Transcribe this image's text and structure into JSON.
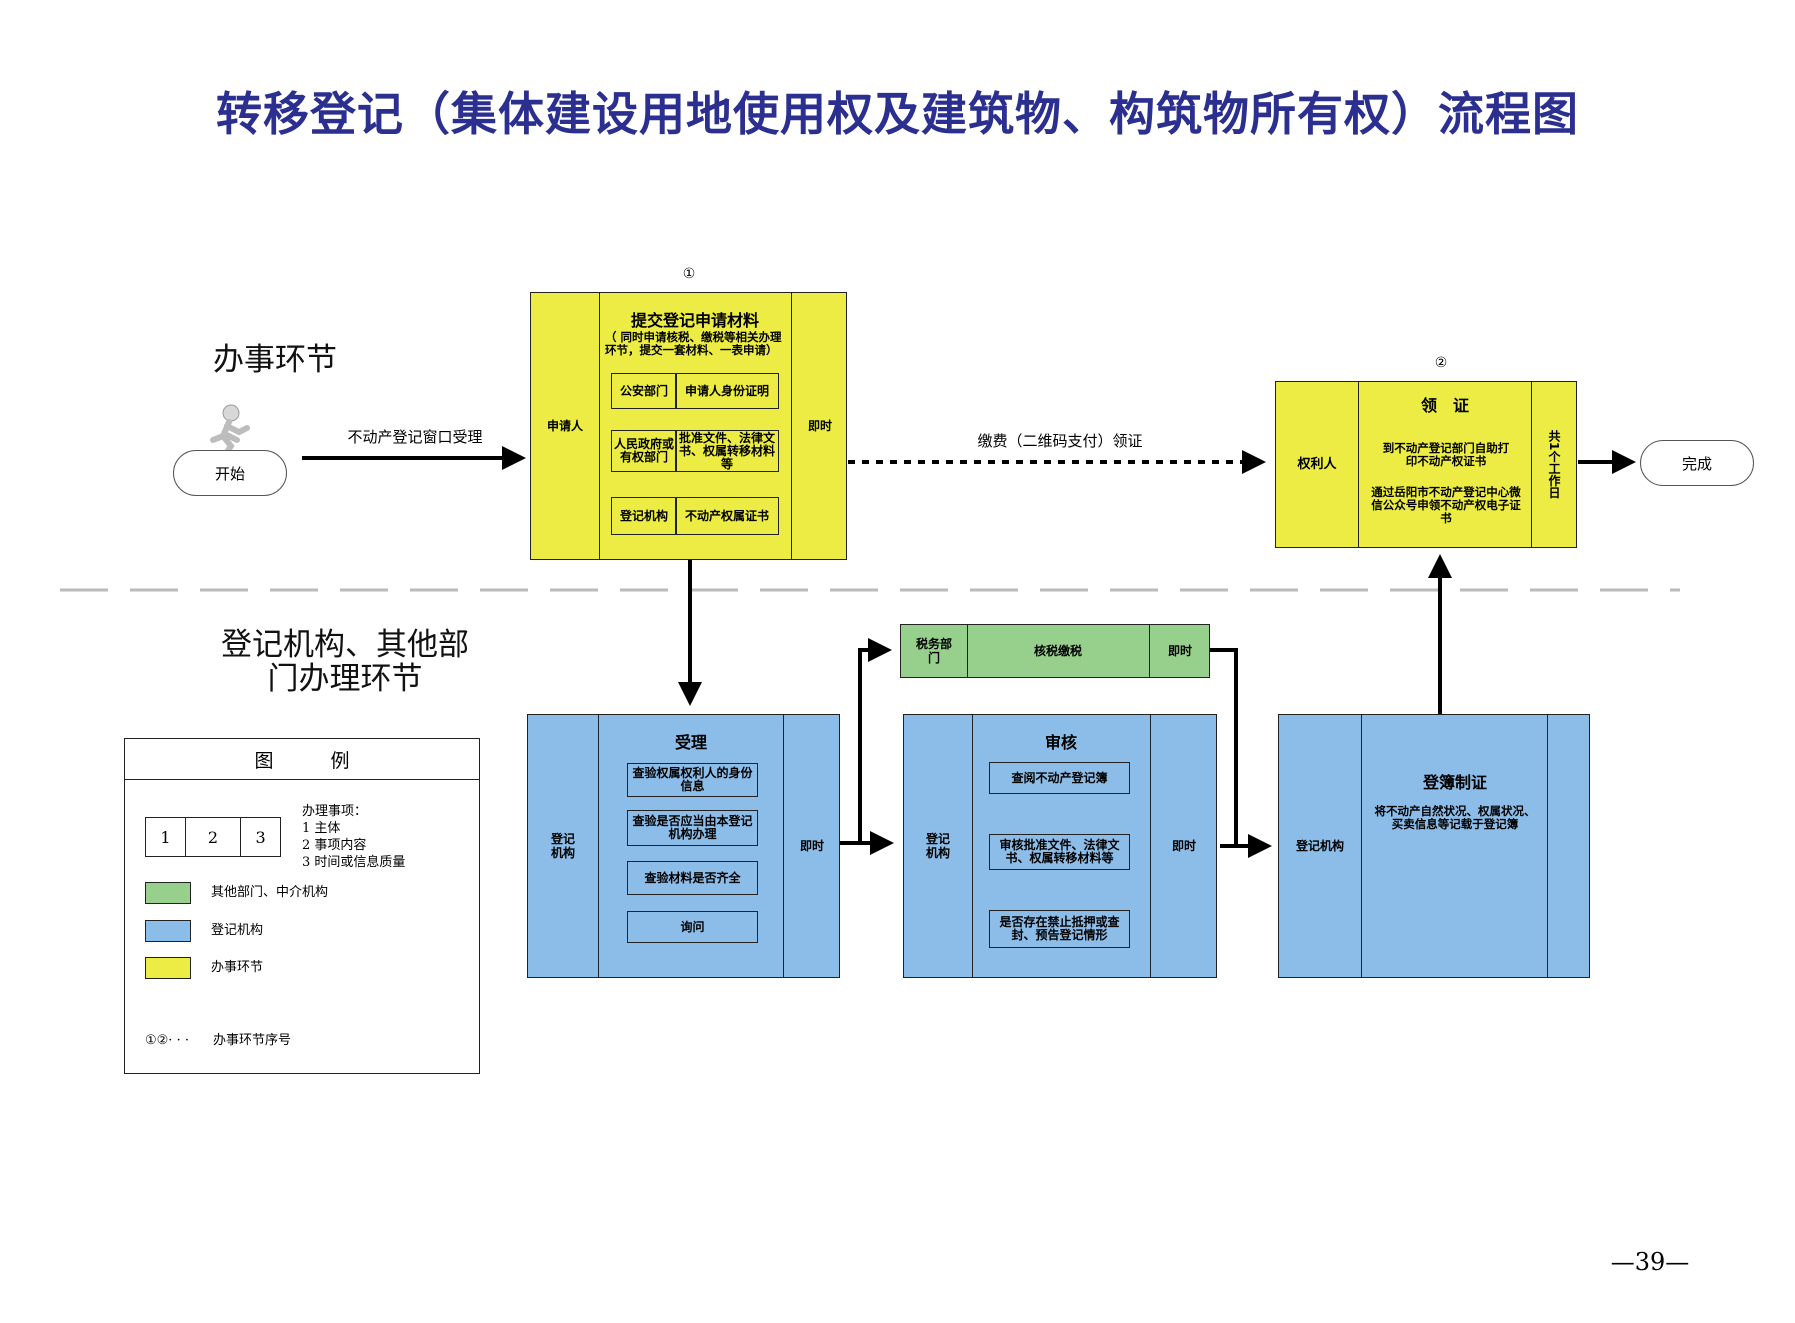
{
  "title": "转移登记（集体建设用地使用权及建筑物、构筑物所有权）流程图",
  "lanes": {
    "top": "办事环节",
    "bottom": "登记机构、其他部门办理环节"
  },
  "start": {
    "label": "开始",
    "arrow_label": "不动产登记窗口受理"
  },
  "step1": {
    "seq": "①",
    "subject": "申请人",
    "title": "提交登记申请材料",
    "note": "（ 同时申请核税、缴税等相关办理环节，提交一套材料、一表申请）",
    "rows": [
      {
        "dept": "公安部门",
        "doc": "申请人身份证明"
      },
      {
        "dept": "人民政府或有权部门",
        "doc": "批准文件、法律文书、权属转移材料等"
      },
      {
        "dept": "登记机构",
        "doc": "不动产权属证书"
      }
    ],
    "time": "即时"
  },
  "pay_arrow_label": "缴费（二维码支付）领证",
  "step2": {
    "seq": "②",
    "subject": "权利人",
    "title": "领　证",
    "text1": "到不动产登记部门自助打印不动产权证书",
    "text2": "通过岳阳市不动产登记中心微信公众号申领不动产权电子证书",
    "time": "共1个工作日"
  },
  "finish": {
    "label": "完成"
  },
  "tax": {
    "subject": "税务部门",
    "content": "核税缴税",
    "time": "即时"
  },
  "accept": {
    "subject": "登记机构",
    "title": "受理",
    "items": [
      "查验权属权利人的身份信息",
      "查验是否应当由本登记机构办理",
      "查验材料是否齐全",
      "询问"
    ],
    "time": "即时"
  },
  "review": {
    "subject": "登记机构",
    "title": "审核",
    "items": [
      "查阅不动产登记簿",
      "审核批准文件、法律文书、权属转移材料等",
      "是否存在禁止抵押或查封、预告登记情形"
    ],
    "time": "即时"
  },
  "register": {
    "subject": "登记机构",
    "title": "登簿制证",
    "text": "将不动产自然状况、权属状况、买卖信息等记载于登记簿"
  },
  "legend": {
    "title": "图　　　例",
    "cells": [
      "1",
      "2",
      "3"
    ],
    "items_title": "办理事项：",
    "items": [
      "1 主体",
      "2 事项内容",
      "3 时间或信息质量"
    ],
    "green": "其他部门、中介机构",
    "blue": "登记机构",
    "yellow": "办事环节",
    "seq_symbol": "①②· · ·",
    "seq_label": "办事环节序号"
  },
  "page_number": "—39—",
  "colors": {
    "title": "#2b2f8f",
    "yellow": "#ecec45",
    "blue": "#8cbde8",
    "green": "#96d08c"
  }
}
